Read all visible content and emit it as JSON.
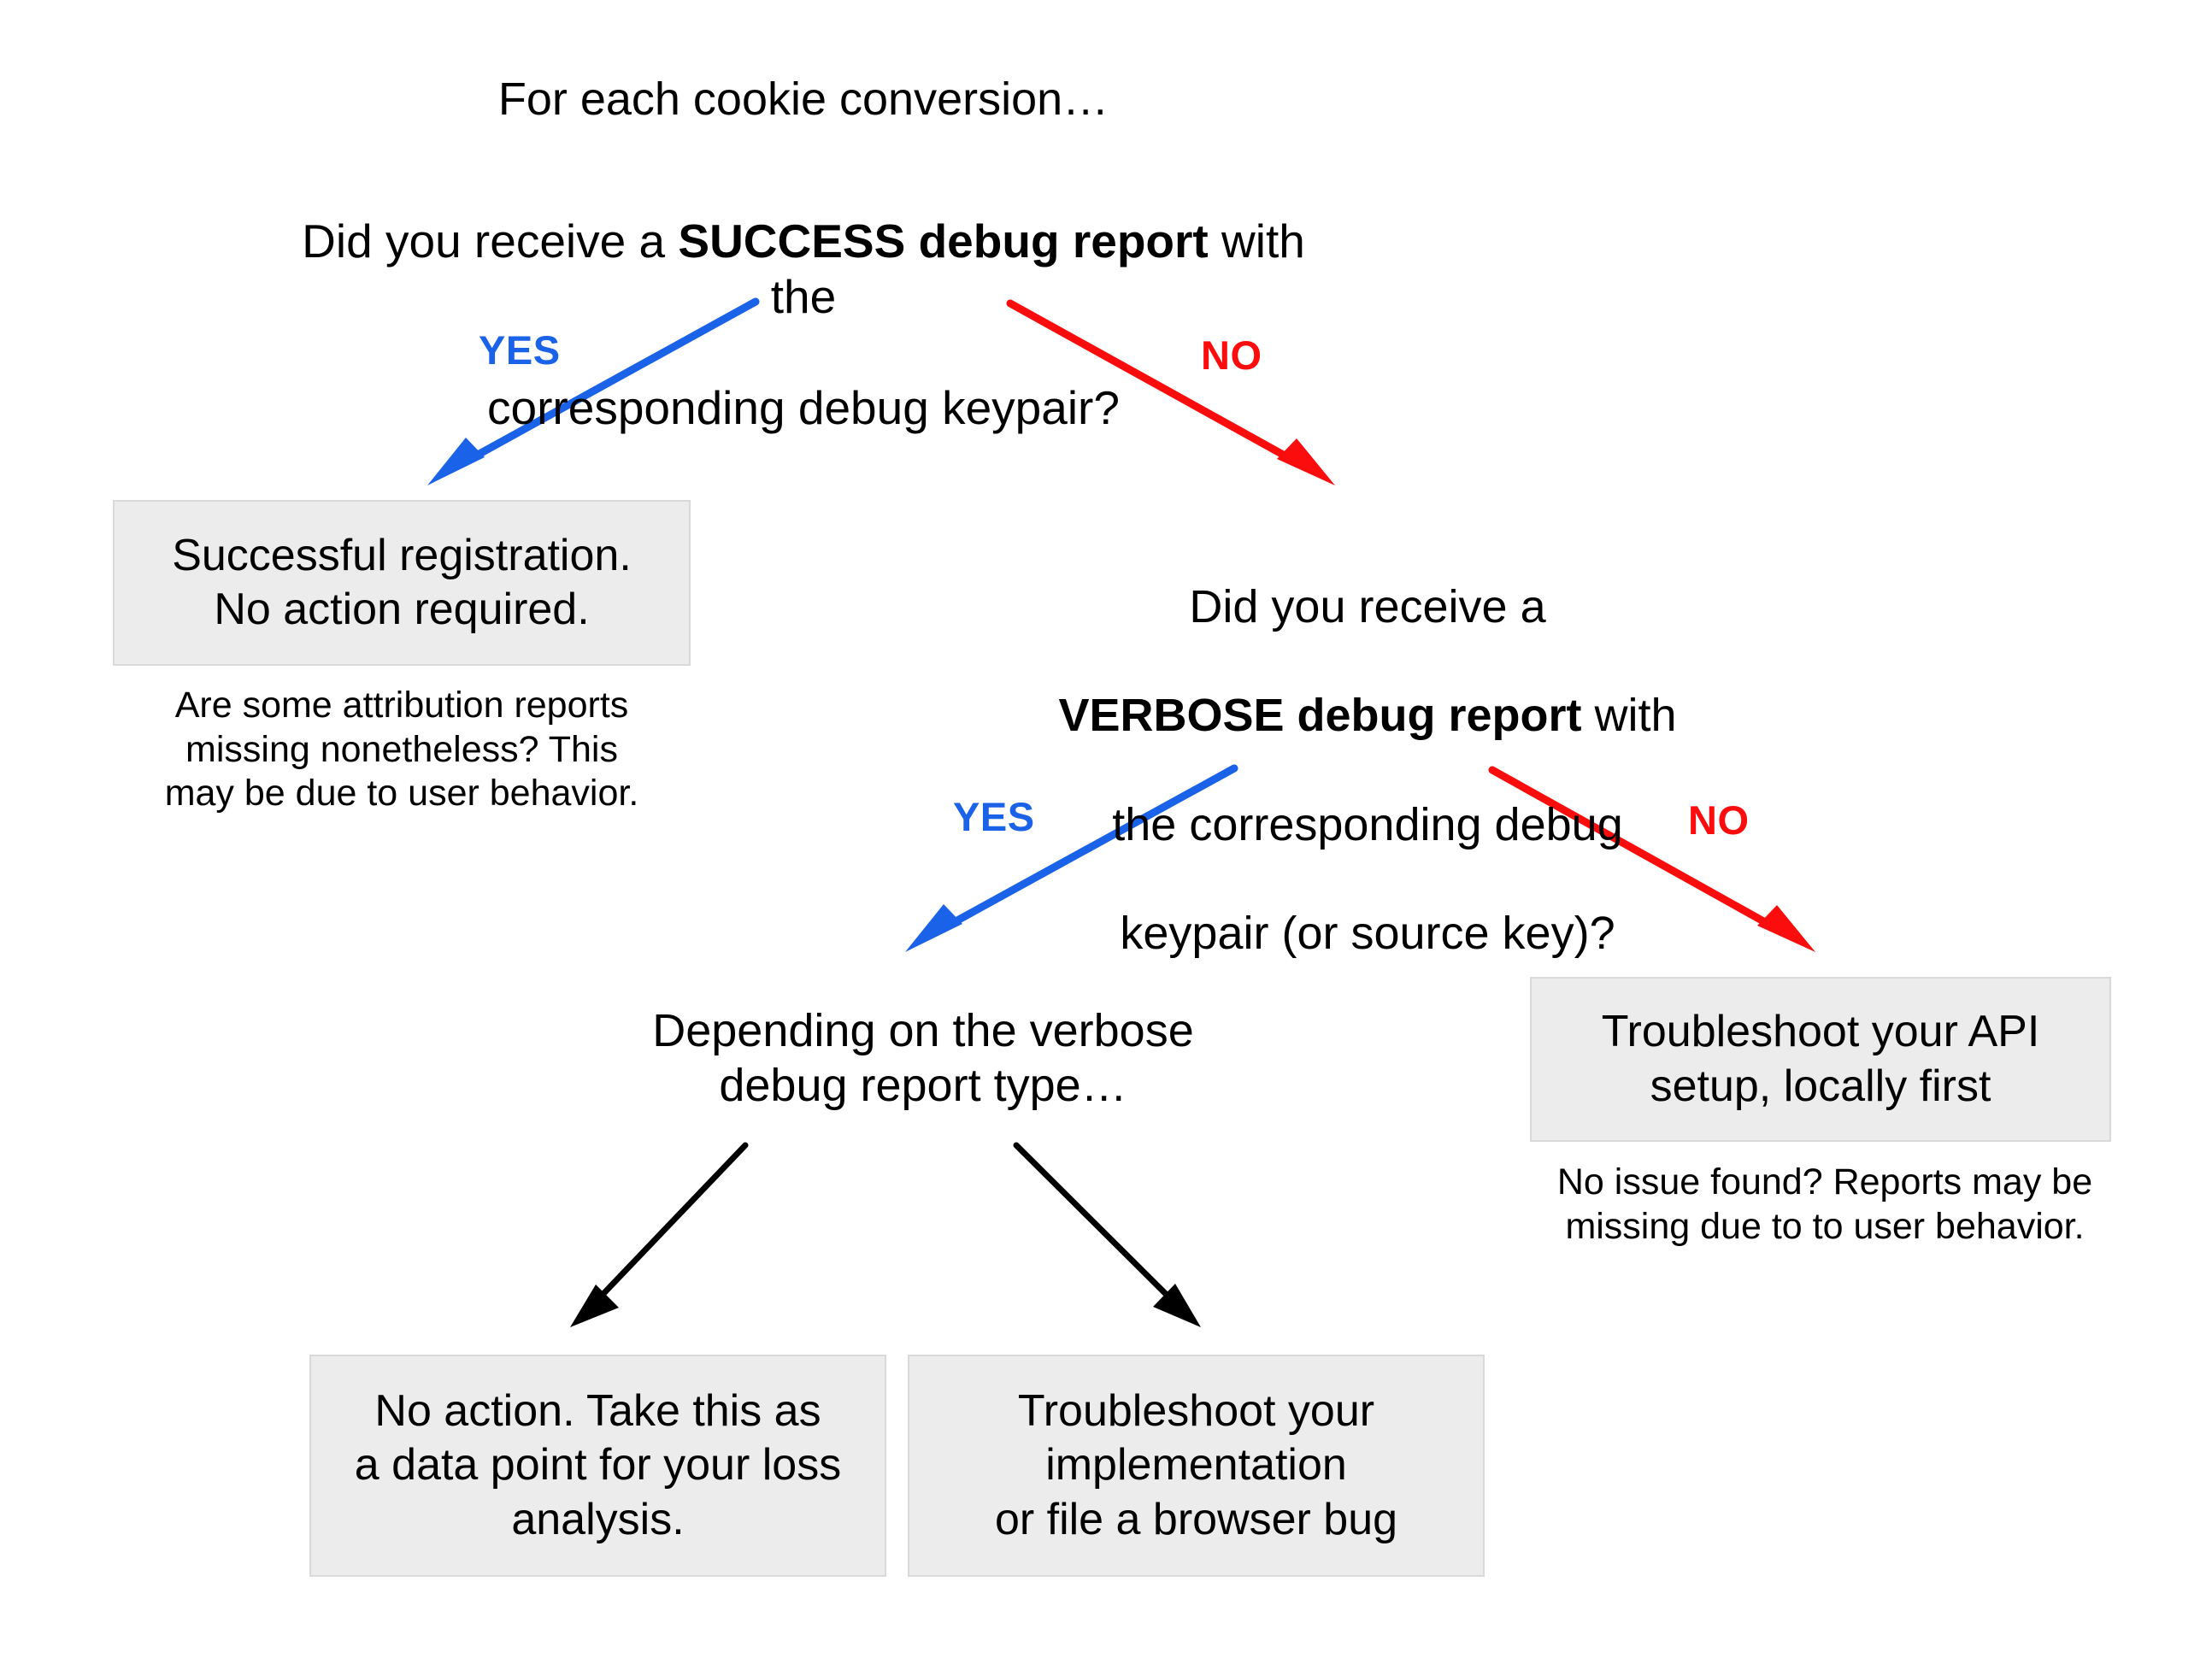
{
  "diagram": {
    "title": "For each cookie conversion…",
    "background": "#ffffff",
    "colors": {
      "yes": "#1a62e8",
      "no": "#fc0d0d",
      "box_fill": "#ececec",
      "box_border": "#d9d9d9",
      "neutral_arrow": "#000000",
      "text": "#000000"
    }
  },
  "nodes": {
    "root_caption": "For each cookie conversion…",
    "question_1_line1_a": "Did you receive a ",
    "question_1_line1_bold": "SUCCESS debug report",
    "question_1_line1_b": " with the",
    "question_1_line2": "corresponding debug keypair?",
    "outcome_success": "Successful registration.\nNo action required.",
    "note_success": "Are some attribution reports\nmissing nonetheless? This\nmay be due to user behavior.",
    "question_2_line1": "Did you receive a",
    "question_2_line2_bold": "VERBOSE debug report",
    "question_2_line2_b": " with",
    "question_2_line3": "the corresponding debug",
    "question_2_line4": "keypair (or source key)?",
    "outcome_verbose_branch": "Depending on the verbose\ndebug report type…",
    "outcome_api": "Troubleshoot your API\nsetup, locally first",
    "note_api": "No issue found? Reports may be\nmissing due to to user behavior.",
    "outcome_no_action": "No action. Take this as\na data point for your loss\nanalysis.",
    "outcome_troubleshoot": "Troubleshoot your\nimplementation\nor file a browser bug"
  },
  "edges": {
    "q1_yes": "YES",
    "q1_no": "NO",
    "q2_yes": "YES",
    "q2_no": "NO"
  }
}
